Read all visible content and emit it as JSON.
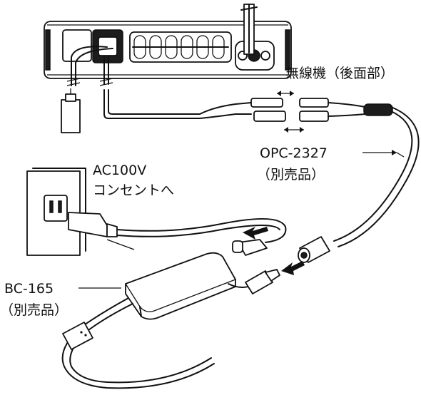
{
  "labels": {
    "radio": "無線機（後面部）",
    "cable_name": "OPC-2327",
    "cable_note": "（別売品）",
    "outlet_line1": "AC100V",
    "outlet_line2": "コンセントへ",
    "charger_name": "BC-165",
    "charger_note": "（別売品）"
  },
  "icons": {
    "connect_arrow": "left-arrow-icon",
    "separate_arrow": "double-arrow-icon"
  },
  "colors": {
    "line": "#111111",
    "background": "#ffffff"
  }
}
